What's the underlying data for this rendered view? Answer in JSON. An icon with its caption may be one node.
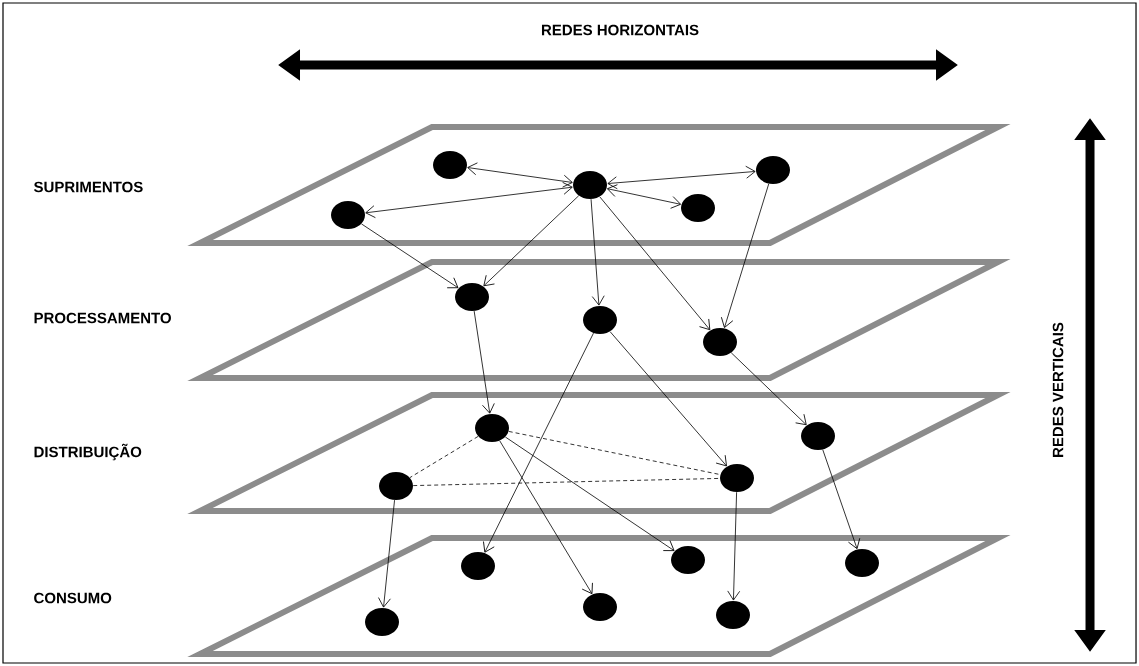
{
  "diagram": {
    "nodes": [
      {
        "text": [],
        "shape": "parallelogram"
      },
      {
        "text": [],
        "shape": "circle",
        "in": 0
      },
      {
        "text": [],
        "shape": "circle",
        "in": 0
      },
      {
        "text": [],
        "shape": "circle",
        "in": 0
      },
      {
        "text": [],
        "shape": "circle",
        "in": 0
      },
      {
        "text": [],
        "shape": "circle",
        "in": 0
      },
      {
        "text": [],
        "shape": "parallelogram"
      },
      {
        "text": [],
        "shape": "circle",
        "in": 6
      },
      {
        "text": [],
        "shape": "circle",
        "in": 6
      },
      {
        "text": [],
        "shape": "circle",
        "in": 6
      },
      {
        "text": [],
        "shape": "parallelogram"
      },
      {
        "text": [],
        "shape": "circle",
        "in": 10
      },
      {
        "text": [],
        "shape": "circle",
        "in": 10
      },
      {
        "text": [],
        "shape": "circle",
        "in": 10
      },
      {
        "text": [],
        "shape": "circle",
        "in": 10
      },
      {
        "text": [],
        "shape": "parallelogram"
      },
      {
        "text": [],
        "shape": "circle",
        "in": 15
      },
      {
        "text": [],
        "shape": "circle",
        "in": 15
      },
      {
        "text": [],
        "shape": "circle",
        "in": 15
      },
      {
        "text": [],
        "shape": "circle",
        "in": 15
      },
      {
        "text": [],
        "shape": "circle",
        "in": 15
      },
      {
        "text": [],
        "shape": "circle",
        "in": 15
      }
    ],
    "edges": [
      {
        "from": 3,
        "to": 2,
        "arrow": "both"
      },
      {
        "from": 3,
        "to": 1,
        "arrow": "both"
      },
      {
        "from": 3,
        "to": 5,
        "arrow": "both"
      },
      {
        "from": 3,
        "to": 4,
        "arrow": "both"
      },
      {
        "from": 1,
        "to": 7,
        "arrow": "to"
      },
      {
        "from": 3,
        "to": 7,
        "arrow": "to"
      },
      {
        "from": 3,
        "to": 8,
        "arrow": "to"
      },
      {
        "from": 3,
        "to": 9,
        "arrow": "to"
      },
      {
        "from": 5,
        "to": 9,
        "arrow": "to"
      },
      {
        "from": 7,
        "to": 12,
        "arrow": "to"
      },
      {
        "from": 8,
        "to": 17,
        "arrow": "to"
      },
      {
        "from": 8,
        "to": 13,
        "arrow": "to"
      },
      {
        "from": 9,
        "to": 14,
        "arrow": "to"
      },
      {
        "from": 12,
        "to": 11,
        "arrow": "none",
        "style": "dashed"
      },
      {
        "from": 12,
        "to": 13,
        "arrow": "none",
        "style": "dashed"
      },
      {
        "from": 11,
        "to": 13,
        "arrow": "none",
        "style": "dashed"
      },
      {
        "from": 12,
        "to": 18,
        "arrow": "to"
      },
      {
        "from": 12,
        "to": 19,
        "arrow": "to"
      },
      {
        "from": 11,
        "to": 16,
        "arrow": "to"
      },
      {
        "from": 13,
        "to": 20,
        "arrow": "to"
      },
      {
        "from": 14,
        "to": 21,
        "arrow": "to"
      }
    ],
    "labels": [
      "REDES HORIZONTAIS",
      "SUPRIMENTOS",
      "PROCESSAMENTO",
      "DISTRIBUIÇÃO",
      "CONSUMO",
      "REDES VERTICAIS"
    ]
  }
}
